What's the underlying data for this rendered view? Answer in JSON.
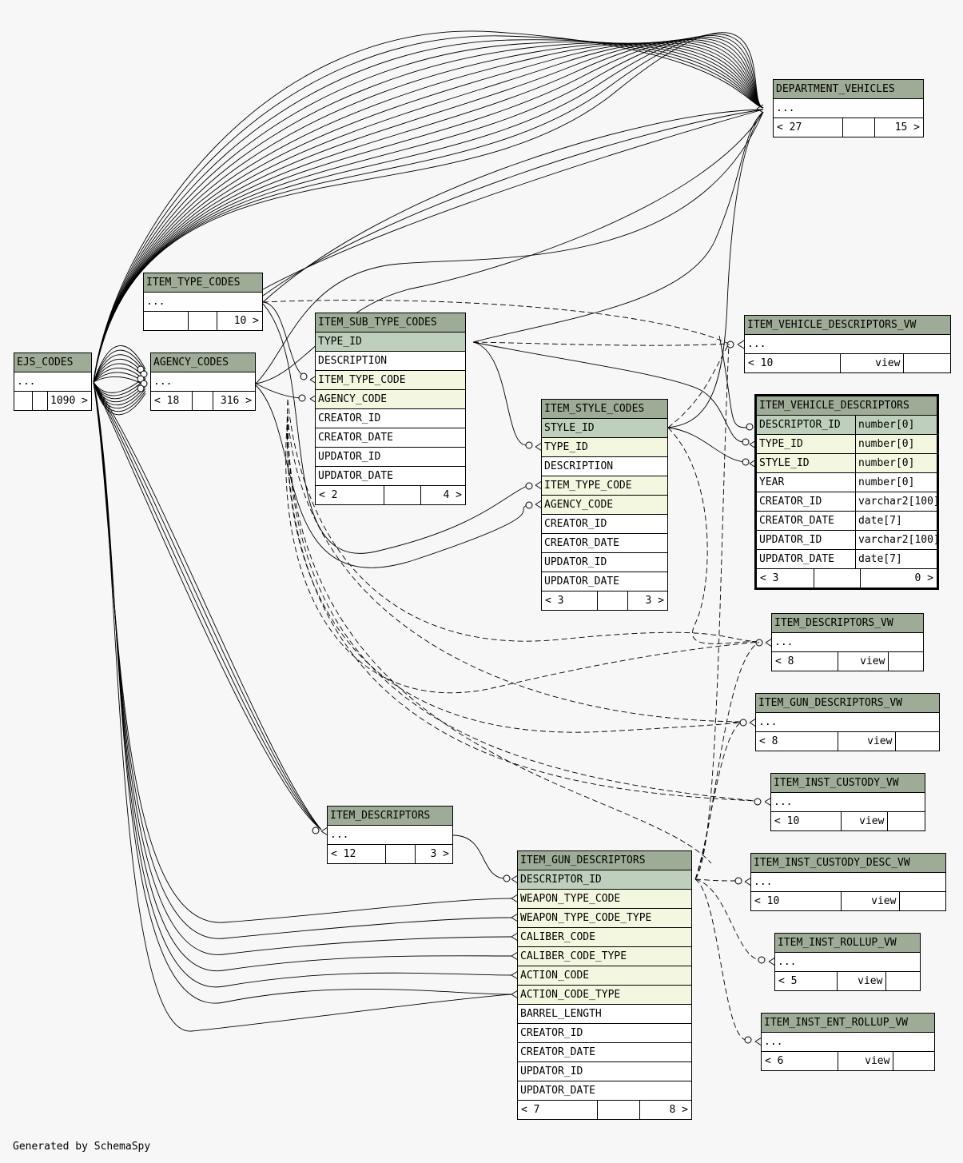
{
  "footer": "Generated by SchemaSpy",
  "tables": {
    "department_vehicles": {
      "name": "DEPARTMENT_VEHICLES",
      "cols": [
        "..."
      ],
      "left": "< 27",
      "mid": "",
      "right": "15 >"
    },
    "item_type_codes": {
      "name": "ITEM_TYPE_CODES",
      "cols": [
        "..."
      ],
      "left": "",
      "mid": "",
      "right": "10 >"
    },
    "ejs_codes": {
      "name": "EJS_CODES",
      "cols": [
        "..."
      ],
      "left": "",
      "mid": "",
      "right": "1090 >"
    },
    "agency_codes": {
      "name": "AGENCY_CODES",
      "cols": [
        "..."
      ],
      "left": "< 18",
      "mid": "",
      "right": "316 >"
    },
    "item_sub_type_codes": {
      "name": "ITEM_SUB_TYPE_CODES",
      "pk": [
        "TYPE_ID"
      ],
      "fk": [
        "ITEM_TYPE_CODE",
        "AGENCY_CODE"
      ],
      "cols": [
        "TYPE_ID",
        "DESCRIPTION",
        "ITEM_TYPE_CODE",
        "AGENCY_CODE",
        "CREATOR_ID",
        "CREATOR_DATE",
        "UPDATOR_ID",
        "UPDATOR_DATE"
      ],
      "left": "< 2",
      "mid": "",
      "right": "4 >"
    },
    "item_style_codes": {
      "name": "ITEM_STYLE_CODES",
      "pk": [
        "STYLE_ID"
      ],
      "fk": [
        "TYPE_ID",
        "ITEM_TYPE_CODE",
        "AGENCY_CODE"
      ],
      "cols": [
        "STYLE_ID",
        "TYPE_ID",
        "DESCRIPTION",
        "ITEM_TYPE_CODE",
        "AGENCY_CODE",
        "CREATOR_ID",
        "CREATOR_DATE",
        "UPDATOR_ID",
        "UPDATOR_DATE"
      ],
      "left": "< 3",
      "mid": "",
      "right": "3 >"
    },
    "item_vehicle_descriptors_vw": {
      "name": "ITEM_VEHICLE_DESCRIPTORS_VW",
      "cols": [
        "..."
      ],
      "left": "< 10",
      "mid": "view",
      "right": ""
    },
    "item_vehicle_descriptors": {
      "name": "ITEM_VEHICLE_DESCRIPTORS",
      "pk": [
        "DESCRIPTOR_ID"
      ],
      "fk": [
        "TYPE_ID",
        "STYLE_ID"
      ],
      "cols": [
        "DESCRIPTOR_ID",
        "TYPE_ID",
        "STYLE_ID",
        "YEAR",
        "CREATOR_ID",
        "CREATOR_DATE",
        "UPDATOR_ID",
        "UPDATOR_DATE"
      ],
      "types": [
        "number[0]",
        "number[0]",
        "number[0]",
        "number[0]",
        "varchar2[100]",
        "date[7]",
        "varchar2[100]",
        "date[7]"
      ],
      "left": "< 3",
      "mid": "",
      "right": "0 >"
    },
    "item_descriptors_vw": {
      "name": "ITEM_DESCRIPTORS_VW",
      "cols": [
        "..."
      ],
      "left": "< 8",
      "mid": "view",
      "right": ""
    },
    "item_gun_descriptors_vw": {
      "name": "ITEM_GUN_DESCRIPTORS_VW",
      "cols": [
        "..."
      ],
      "left": "< 8",
      "mid": "view",
      "right": ""
    },
    "item_inst_custody_vw": {
      "name": "ITEM_INST_CUSTODY_VW",
      "cols": [
        "..."
      ],
      "left": "< 10",
      "mid": "view",
      "right": ""
    },
    "item_descriptors": {
      "name": "ITEM_DESCRIPTORS",
      "cols": [
        "..."
      ],
      "left": "< 12",
      "mid": "",
      "right": "3 >"
    },
    "item_gun_descriptors": {
      "name": "ITEM_GUN_DESCRIPTORS",
      "pk": [
        "DESCRIPTOR_ID"
      ],
      "fk": [
        "WEAPON_TYPE_CODE",
        "WEAPON_TYPE_CODE_TYPE",
        "CALIBER_CODE",
        "CALIBER_CODE_TYPE",
        "ACTION_CODE",
        "ACTION_CODE_TYPE"
      ],
      "cols": [
        "DESCRIPTOR_ID",
        "WEAPON_TYPE_CODE",
        "WEAPON_TYPE_CODE_TYPE",
        "CALIBER_CODE",
        "CALIBER_CODE_TYPE",
        "ACTION_CODE",
        "ACTION_CODE_TYPE",
        "BARREL_LENGTH",
        "CREATOR_ID",
        "CREATOR_DATE",
        "UPDATOR_ID",
        "UPDATOR_DATE"
      ],
      "left": "< 7",
      "mid": "",
      "right": "8 >"
    },
    "item_inst_custody_desc_vw": {
      "name": "ITEM_INST_CUSTODY_DESC_VW",
      "cols": [
        "..."
      ],
      "left": "< 10",
      "mid": "view",
      "right": ""
    },
    "item_inst_rollup_vw": {
      "name": "ITEM_INST_ROLLUP_VW",
      "cols": [
        "..."
      ],
      "left": "< 5",
      "mid": "view",
      "right": ""
    },
    "item_inst_ent_rollup_vw": {
      "name": "ITEM_INST_ENT_ROLLUP_VW",
      "cols": [
        "..."
      ],
      "left": "< 6",
      "mid": "view",
      "right": ""
    }
  }
}
